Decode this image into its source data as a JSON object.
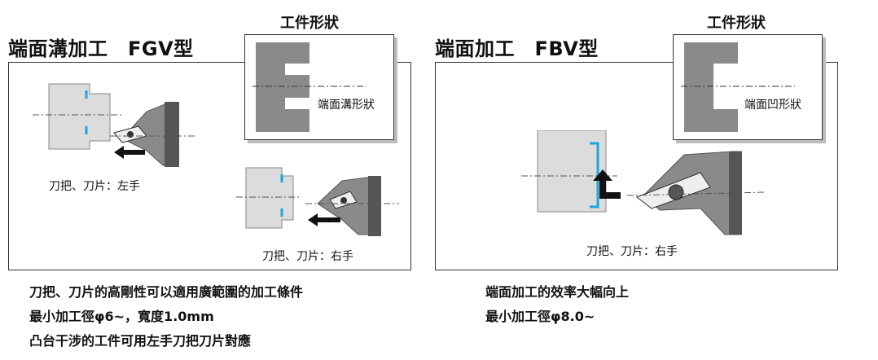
{
  "left": {
    "title": "端面溝加工　FGV型",
    "shape_label": "工件形狀",
    "inset_caption": "端面溝形狀",
    "caption_left_hand": "刀把、刀片：左手",
    "caption_right_hand": "刀把、刀片：右手",
    "desc": [
      "刀把、刀片的高剛性可以適用廣範圍的加工條件",
      "最小加工徑φ6~，寬度1.0mm",
      "凸台干涉的工件可用左手刀把刀片對應"
    ]
  },
  "right": {
    "title": "端面加工　FBV型",
    "shape_label": "工件形狀",
    "inset_caption": "端面凹形狀",
    "caption_right_hand": "刀把、刀片：右手",
    "desc": [
      "端面加工的效率大幅向上",
      "最小加工徑φ8.0~"
    ]
  },
  "colors": {
    "cut_edge": "#1aa7e0",
    "workpiece": "#dcdcdc",
    "shape_fill": "#8a8a8a",
    "tool_dark": "#555555"
  }
}
